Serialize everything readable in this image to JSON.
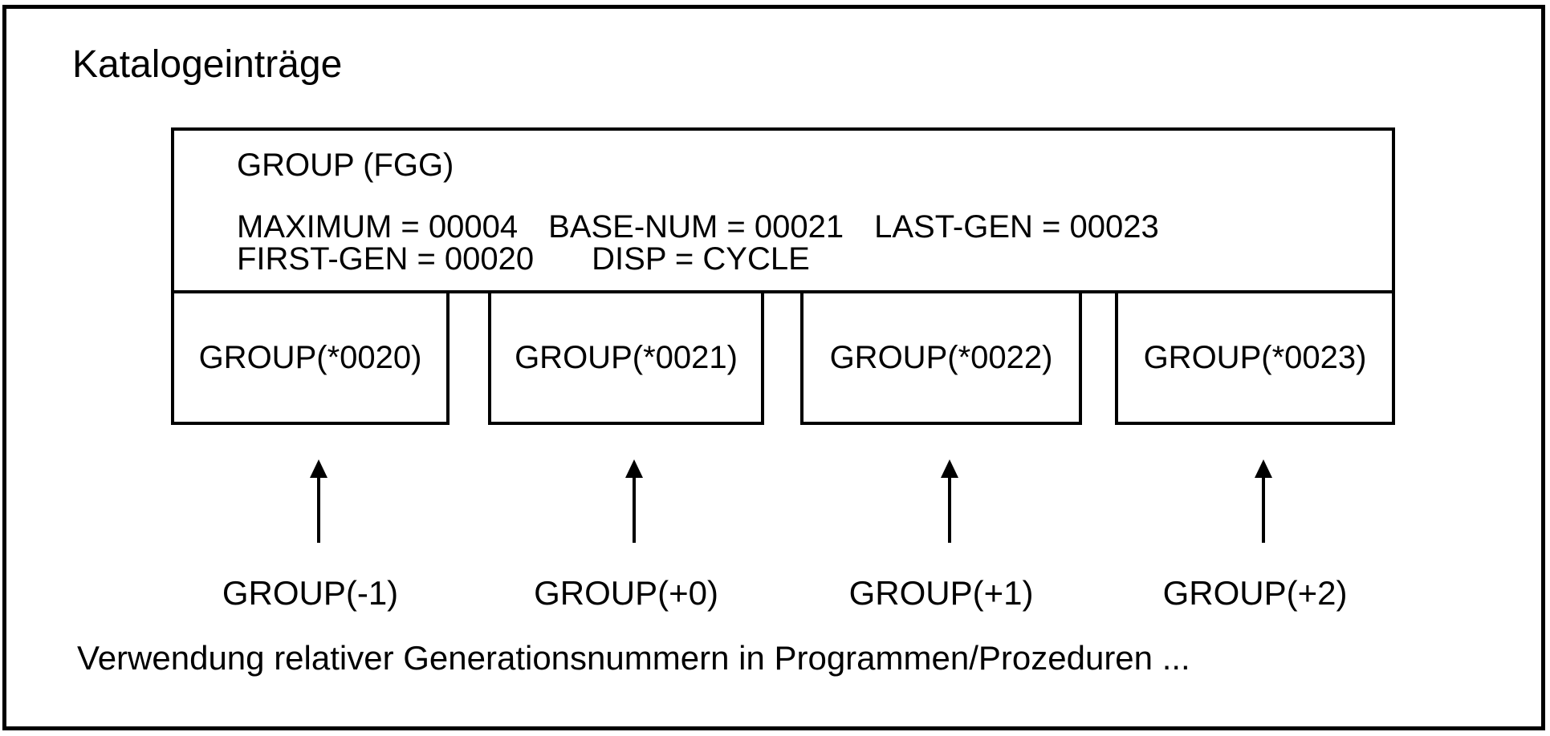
{
  "diagram": {
    "title": "Katalogeinträge",
    "group_box": {
      "name": "GROUP (FGG)",
      "attribute_rows": [
        [
          "MAXIMUM = 00004",
          "BASE-NUM = 00021",
          "LAST-GEN = 00023"
        ],
        [
          "FIRST-GEN = 00020",
          "DISP = CYCLE"
        ]
      ]
    },
    "generations": [
      {
        "catalog_label": "GROUP(*0020)",
        "relative_label": "GROUP(-1)"
      },
      {
        "catalog_label": "GROUP(*0021)",
        "relative_label": "GROUP(+0)"
      },
      {
        "catalog_label": "GROUP(*0022)",
        "relative_label": "GROUP(+1)"
      },
      {
        "catalog_label": "GROUP(*0023)",
        "relative_label": "GROUP(+2)"
      }
    ],
    "caption": "Verwendung relativer Generationsnummern in Programmen/Prozeduren ...",
    "colors": {
      "line": "#000000",
      "text": "#000000",
      "background": "#ffffff"
    }
  }
}
